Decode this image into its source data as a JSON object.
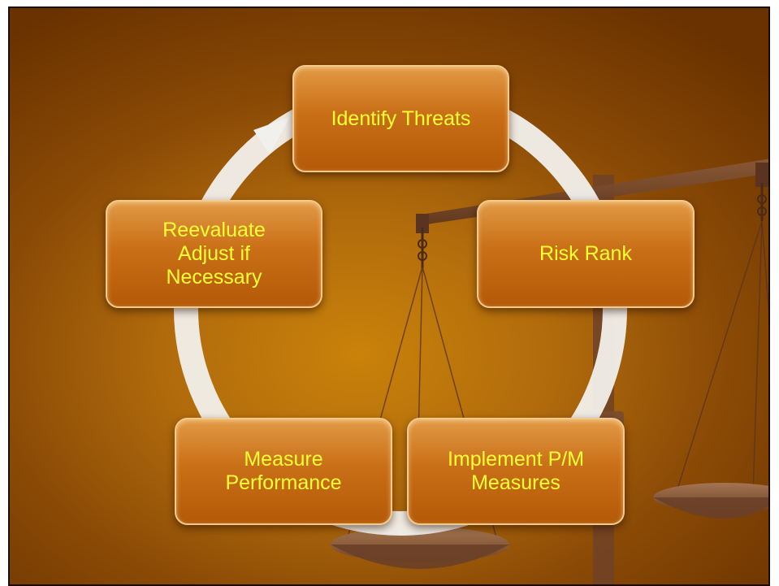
{
  "diagram": {
    "type": "cycle",
    "nodes": [
      {
        "id": "identify",
        "lines": [
          "Identify Threats"
        ]
      },
      {
        "id": "risk",
        "lines": [
          "Risk Rank"
        ]
      },
      {
        "id": "implement",
        "lines": [
          "Implement P/M",
          "Measures"
        ]
      },
      {
        "id": "measure",
        "lines": [
          "Measure",
          "Performance"
        ]
      },
      {
        "id": "reevaluate",
        "lines": [
          "Reevaluate",
          "Adjust if",
          "Necessary"
        ]
      }
    ],
    "edges": [
      {
        "from": "identify",
        "to": "risk"
      },
      {
        "from": "risk",
        "to": "implement"
      },
      {
        "from": "implement",
        "to": "measure"
      },
      {
        "from": "measure",
        "to": "reevaluate"
      },
      {
        "from": "reevaluate",
        "to": "identify"
      }
    ]
  },
  "colors": {
    "background": "#a8620a",
    "node_fill": "#c96f17",
    "node_text": "#ffff33",
    "cycle_arrow": "#f2f0ec"
  }
}
